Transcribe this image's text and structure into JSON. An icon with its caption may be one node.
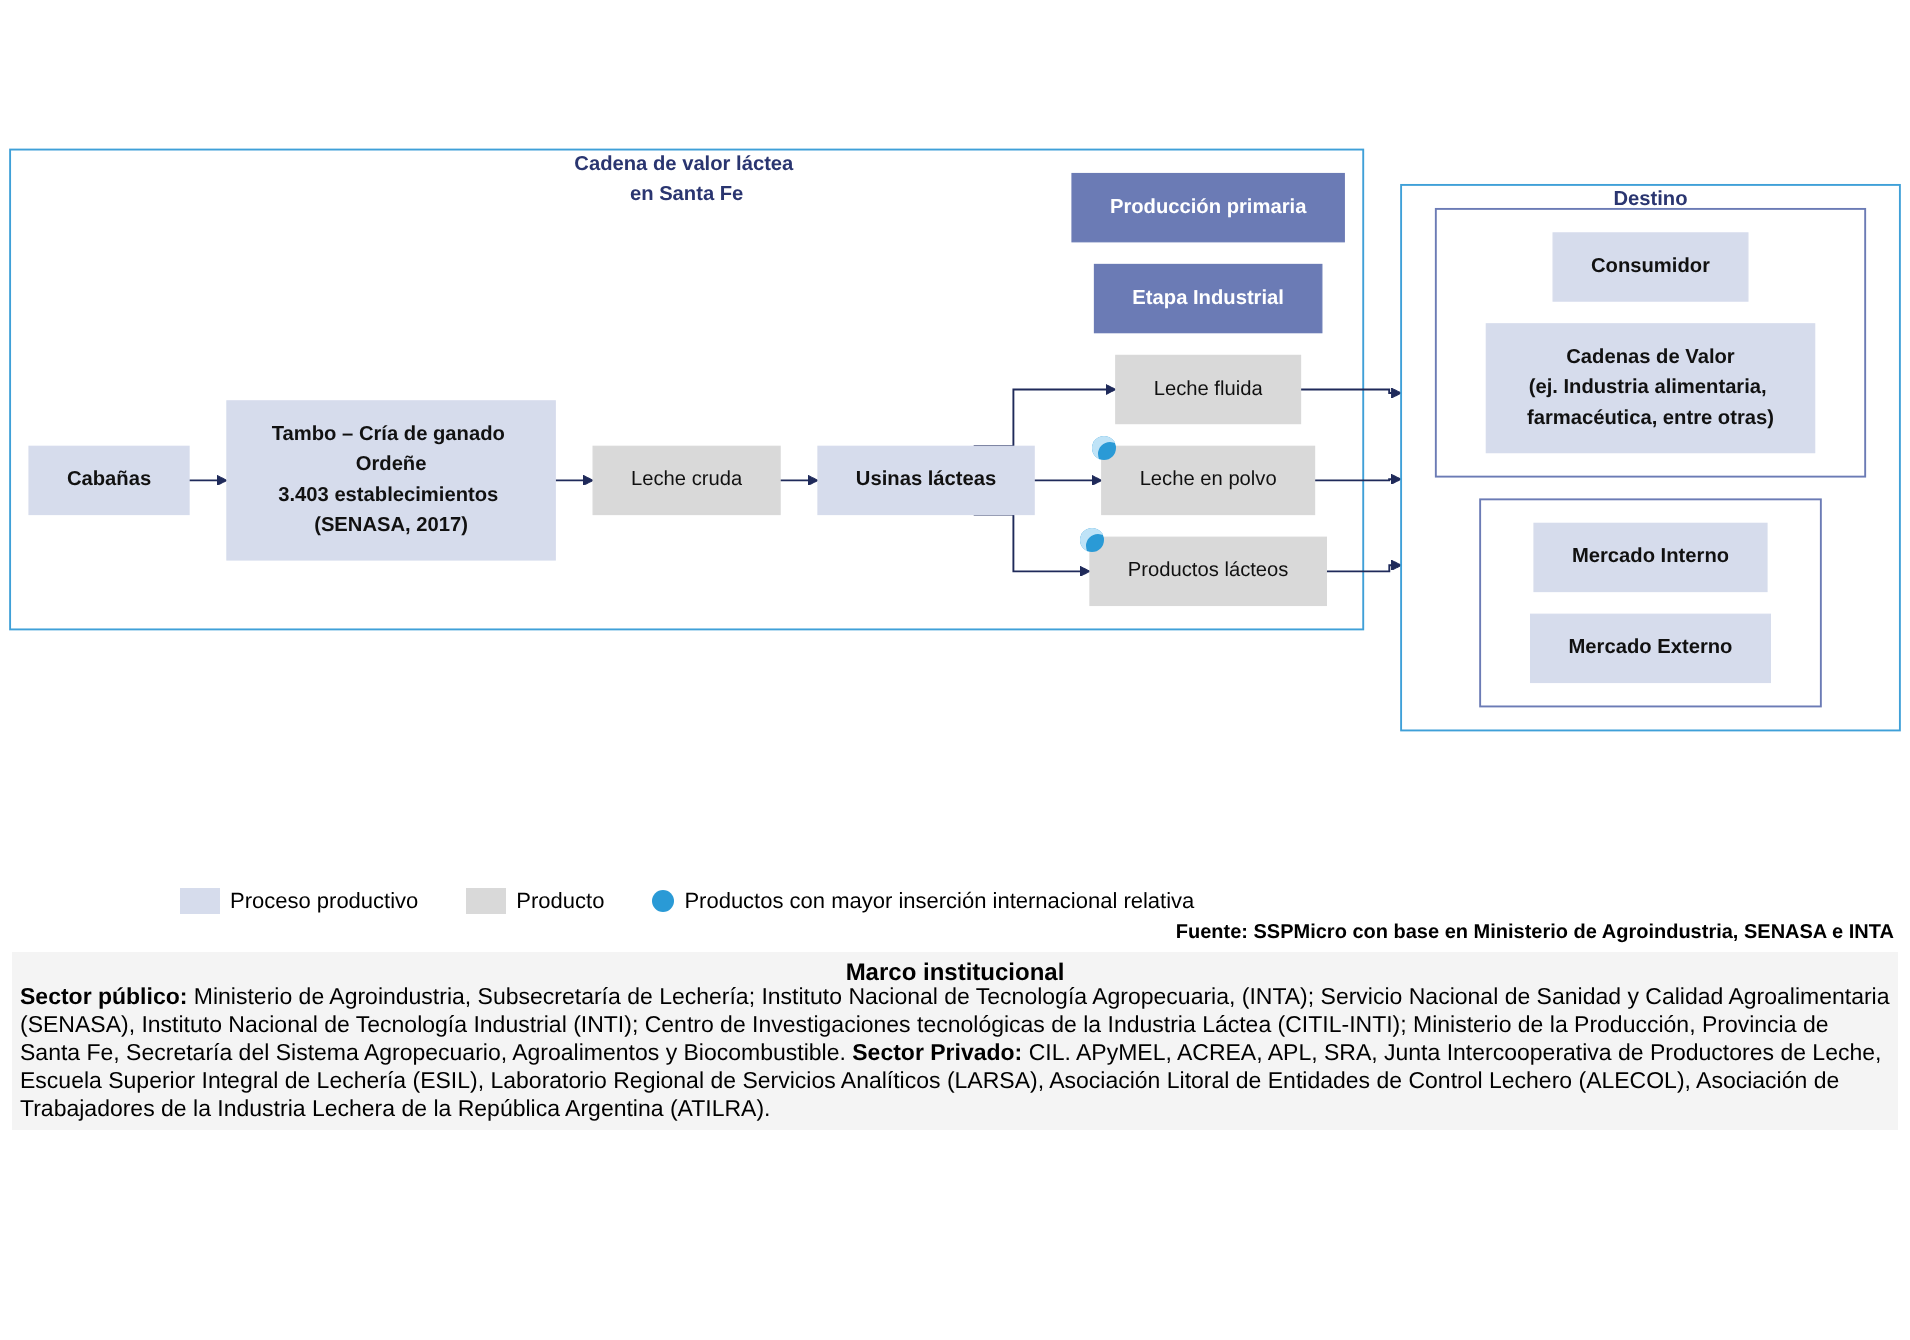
{
  "diagram": {
    "nodes": [
      {
        "text": [
          "Cadena de valor láctea en Santa Fe"
        ]
      },
      {
        "text": [
          "Producción primaria"
        ],
        "in": 0
      },
      {
        "text": [
          "Etapa Industrial"
        ],
        "in": 0
      },
      {
        "text": [
          "Cabañas"
        ],
        "in": 0
      },
      {
        "text": [
          "Tambo – Cría de ganado Ordeñe",
          "3.403 establecimientos (SENASA, 2017)"
        ],
        "in": 0
      },
      {
        "text": [
          "Leche cruda"
        ],
        "in": 0
      },
      {
        "text": [
          "Usinas lácteas"
        ],
        "in": 0
      },
      {
        "text": [
          "Leche fluida"
        ],
        "in": 0
      },
      {
        "text": [
          "Leche en polvo"
        ],
        "in": 0
      },
      {
        "text": [
          "Productos lácteos"
        ],
        "in": 0
      },
      {
        "text": [
          "Destino"
        ]
      },
      {
        "text": [],
        "shape": "box",
        "in": 10
      },
      {
        "text": [
          "Mercado Interno"
        ],
        "in": 11
      },
      {
        "text": [
          "Mercado Externo"
        ],
        "in": 11
      },
      {
        "text": [],
        "shape": "box",
        "in": 10
      },
      {
        "text": [
          "Consumidor"
        ],
        "in": 14
      },
      {
        "text": [
          "Cadenas de Valor",
          "(ej. Industria alimentaria, farmacéutica, entre otras)"
        ],
        "in": 14
      }
    ],
    "edges": [
      {
        "from": 3,
        "to": 4,
        "arrow": "to"
      },
      {
        "from": 4,
        "to": 5,
        "arrow": "to"
      },
      {
        "from": 5,
        "to": 6,
        "arrow": "to"
      },
      {
        "from": 6,
        "to": 7,
        "arrow": "to"
      },
      {
        "from": 6,
        "to": 8,
        "arrow": "to"
      },
      {
        "from": 6,
        "to": 9,
        "arrow": "to"
      },
      {
        "from": 7,
        "to": 10,
        "arrow": "to"
      },
      {
        "from": 8,
        "to": 10,
        "arrow": "to"
      },
      {
        "from": 9,
        "to": 10,
        "arrow": "to"
      }
    ],
    "labels": [
      "Fuente: SSPMicro con base en Ministerio de Agroindustria, SENASA e INTA",
      "Marco institucional",
      "**Sector público:** Ministerio de Agroindustria, Subsecretaría de Lechería; Instituto Nacional de Tecnología Agropecuaria, (INTA); Servicio Nacional de Sanidad y Calidad Agroalimentaria (SENASA), Instituto Nacional de Tecnología Industrial (INTI); Centro de Investigaciones tecnológicas de la Industria Láctea (CITIL-INTI); Ministerio de la Producción, Provincia de Santa Fe, Secretaría del Sistema Agropecuario, Agroalimentos y Biocombustible. **Sector Privado:** CIL. APyMEL, ACREA, APL, SRA, Junta Intercooperativa de Productores de Leche, Escuela Superior Integral de Lechería (ESIL), Laboratorio Regional de Servicios Analíticos (LARSA), Asociación Litoral de Entidades de Control Lechero (ALECOL), Asociación de Trabajadores de la Industria Lechera de la República Argentina (ATILRA)."
    ],
    "legend": [
      {
        "text": "Proceso productivo",
        "color": "#d6dcec"
      },
      {
        "text": "Producto",
        "color": "#d9d9d9"
      },
      {
        "text": "Productos con mayor inserción internacional relativa"
      }
    ]
  }
}
